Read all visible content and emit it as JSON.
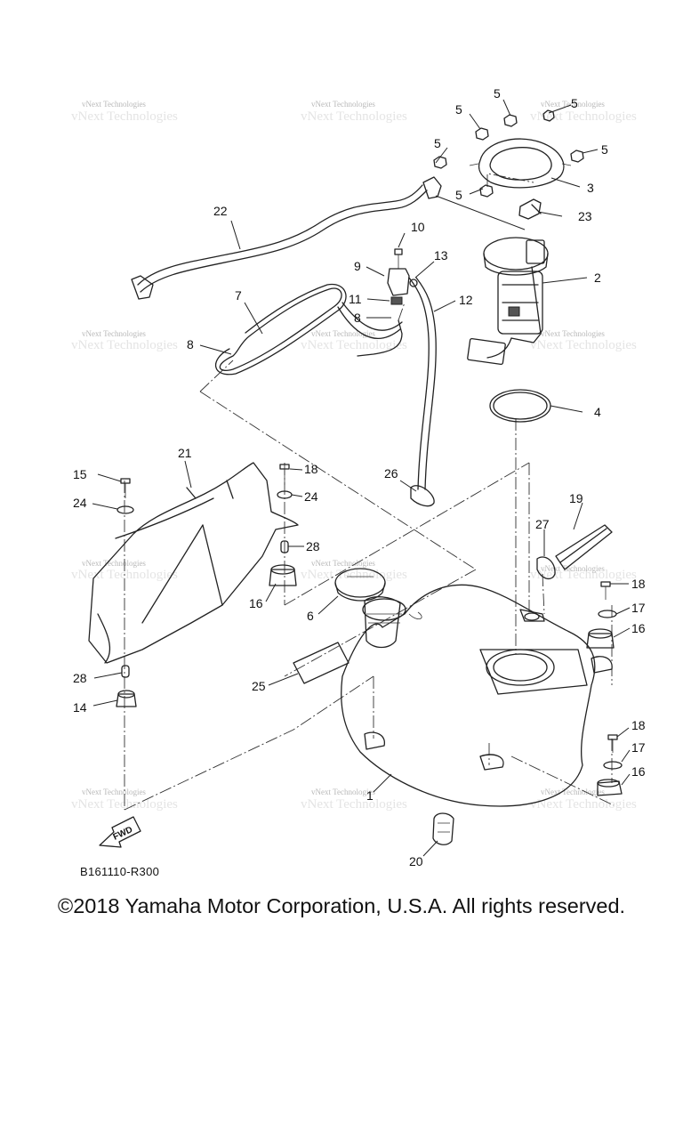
{
  "diagram": {
    "drawing_code": "B161110-R300",
    "copyright": "©2018 Yamaha Motor Corporation, U.S.A. All rights reserved.",
    "watermark": "vNext Technologies",
    "fwd_label": "FWD",
    "callouts": {
      "c1": "1",
      "c2": "2",
      "c3": "3",
      "c4": "4",
      "c5a": "5",
      "c5b": "5",
      "c5c": "5",
      "c5d": "5",
      "c5e": "5",
      "c5f": "5",
      "c6": "6",
      "c7": "7",
      "c8a": "8",
      "c8b": "8",
      "c9": "9",
      "c10": "10",
      "c11": "11",
      "c12": "12",
      "c13": "13",
      "c14": "14",
      "c15": "15",
      "c16a": "16",
      "c16b": "16",
      "c16c": "16",
      "c17a": "17",
      "c17b": "17",
      "c18a": "18",
      "c18b": "18",
      "c18c": "18",
      "c19": "19",
      "c20": "20",
      "c21": "21",
      "c22": "22",
      "c23": "23",
      "c24a": "24",
      "c24b": "24",
      "c25": "25",
      "c26": "26",
      "c27": "27",
      "c28a": "28",
      "c28b": "28"
    }
  }
}
